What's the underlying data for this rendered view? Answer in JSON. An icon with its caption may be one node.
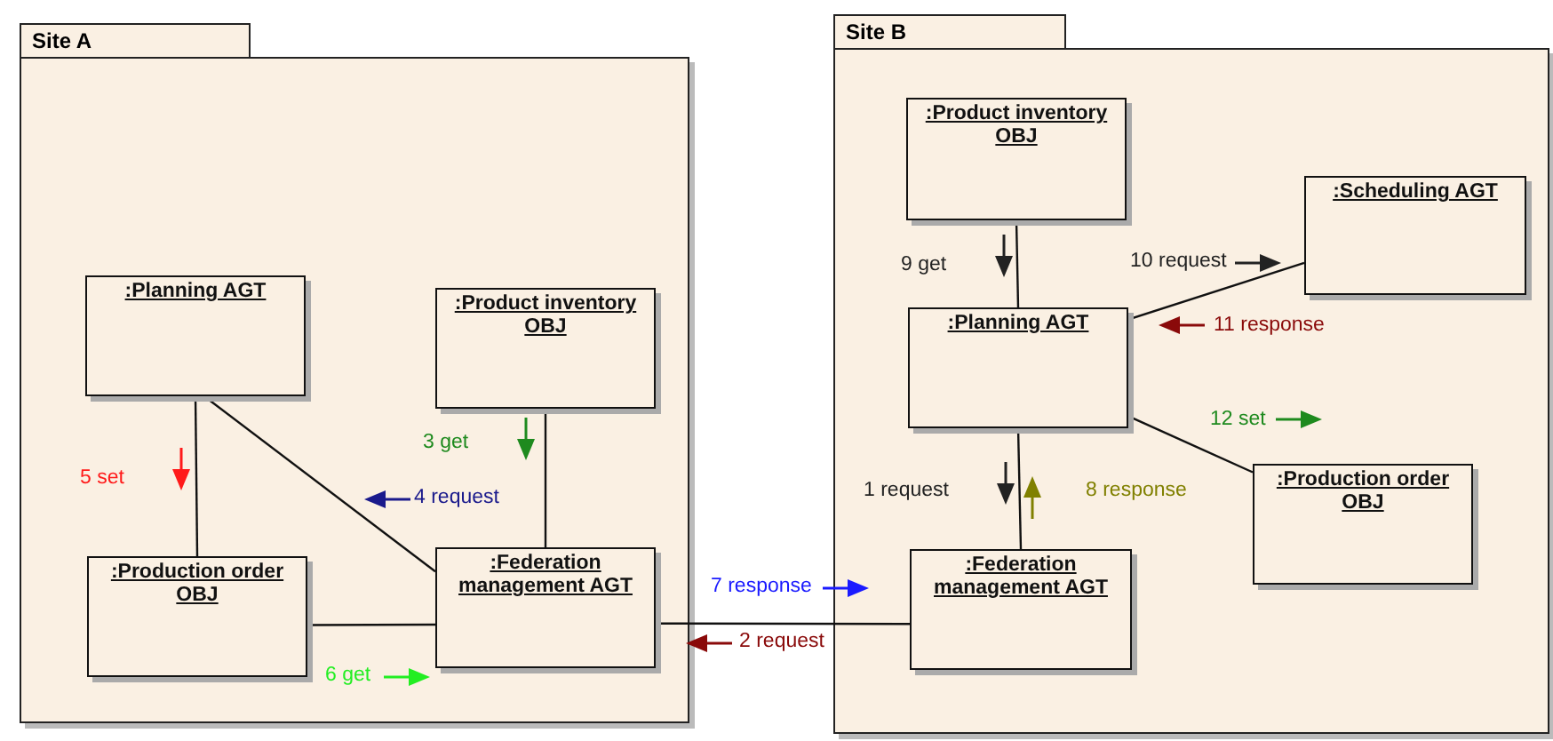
{
  "diagram": {
    "nodes": [
      {
        "text": [
          "Site A"
        ]
      },
      {
        "text": [
          ":Planning AGT"
        ],
        "in": 0
      },
      {
        "text": [
          ":Product inventory OBJ"
        ],
        "in": 0
      },
      {
        "text": [
          ":Production order OBJ"
        ],
        "in": 0
      },
      {
        "text": [
          ":Federation management AGT"
        ],
        "in": 0
      },
      {
        "text": [
          "Site B"
        ]
      },
      {
        "text": [
          ":Product inventory OBJ"
        ],
        "in": 5
      },
      {
        "text": [
          ":Scheduling AGT"
        ],
        "in": 5
      },
      {
        "text": [
          ":Planning AGT"
        ],
        "in": 5
      },
      {
        "text": [
          ":Production order OBJ"
        ],
        "in": 5
      },
      {
        "text": [
          ":Federation management AGT"
        ],
        "in": 5
      }
    ],
    "edges": [
      {
        "from": 1,
        "to": 3,
        "arrow": "none"
      },
      {
        "from": 1,
        "to": 4,
        "arrow": "none"
      },
      {
        "from": 2,
        "to": 4,
        "arrow": "none"
      },
      {
        "from": 3,
        "to": 4,
        "arrow": "none"
      },
      {
        "from": 4,
        "to": 10,
        "arrow": "none"
      },
      {
        "from": 6,
        "to": 8,
        "arrow": "none"
      },
      {
        "from": 8,
        "to": 7,
        "arrow": "none"
      },
      {
        "from": 8,
        "to": 10,
        "arrow": "none"
      },
      {
        "from": 8,
        "to": 9,
        "arrow": "none"
      }
    ],
    "labels": [
      "3 get",
      "5 set",
      "4 request",
      "6 get",
      "7 response",
      "2 request",
      "9 get",
      "10 request",
      "11 response",
      "12 set",
      "1 request",
      "8 response"
    ]
  }
}
